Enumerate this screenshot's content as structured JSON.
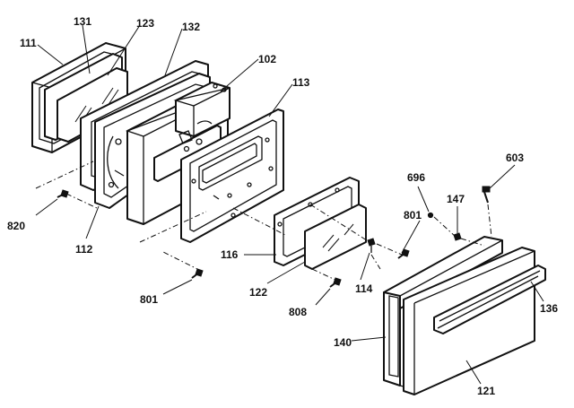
{
  "labels": {
    "p111": "111",
    "p131": "131",
    "p123": "123",
    "p132": "132",
    "p102": "102",
    "p113": "113",
    "p820": "820",
    "p112": "112",
    "p801a": "801",
    "p116": "116",
    "p122": "122",
    "p808": "808",
    "p114": "114",
    "p801b": "801",
    "p696": "696",
    "p147": "147",
    "p603": "603",
    "p136": "136",
    "p140": "140",
    "p121": "121"
  }
}
